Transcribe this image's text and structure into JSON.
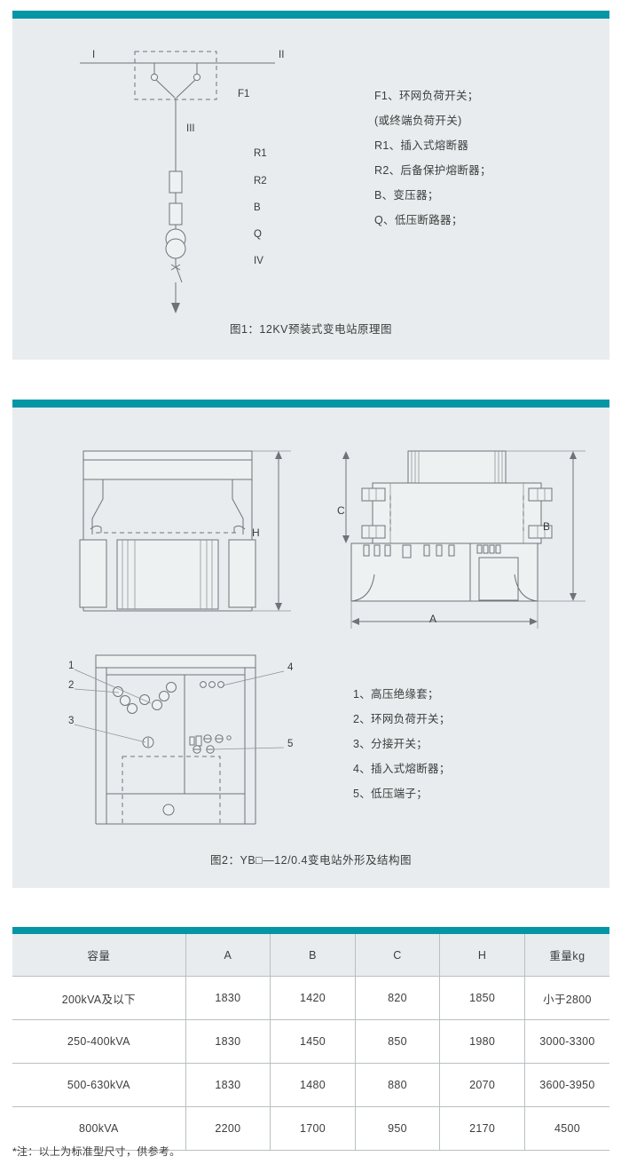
{
  "theme": {
    "accent": "#0596a6",
    "panel_bg": "#e8ecee",
    "line": "#6d7479"
  },
  "figure1": {
    "caption": "图1：12KV预装式变电站原理图",
    "diagram_labels": {
      "bus_left": "I",
      "bus_right": "II",
      "switch_tag": "F1",
      "branch": "III",
      "out": "IV",
      "r1": "R1",
      "r2": "R2",
      "b": "B",
      "q": "Q"
    },
    "legend": [
      "F1、环网负荷开关；",
      "(或终端负荷开关)",
      "R1、插入式熔断器",
      "R2、后备保护熔断器；",
      "B、变压器；",
      "Q、低压断路器；"
    ]
  },
  "figure2": {
    "caption": "图2：YB□—12/0.4变电站外形及结构图",
    "dimension_labels": {
      "height": "H",
      "width": "A",
      "depth": "B",
      "sub_depth": "C"
    },
    "callouts": [
      "1",
      "2",
      "3",
      "4",
      "5"
    ],
    "legend": [
      "1、高压绝缘套；",
      "2、环网负荷开关；",
      "3、分接开关；",
      "4、插入式熔断器；",
      "5、低压端子；"
    ]
  },
  "spec_table": {
    "headers": [
      "容量",
      "A",
      "B",
      "C",
      "H",
      "重量kg"
    ],
    "rows": [
      {
        "capacity": "200kVA及以下",
        "a": "1830",
        "b": "1420",
        "c": "820",
        "h": "1850",
        "weight": "小于2800"
      },
      {
        "capacity": "250-400kVA",
        "a": "1830",
        "b": "1450",
        "c": "850",
        "h": "1980",
        "weight": "3000-3300"
      },
      {
        "capacity": "500-630kVA",
        "a": "1830",
        "b": "1480",
        "c": "880",
        "h": "2070",
        "weight": "3600-3950"
      },
      {
        "capacity": "800kVA",
        "a": "2200",
        "b": "1700",
        "c": "950",
        "h": "2170",
        "weight": "4500"
      }
    ],
    "note": "*注：以上为标准型尺寸，供参考。"
  }
}
